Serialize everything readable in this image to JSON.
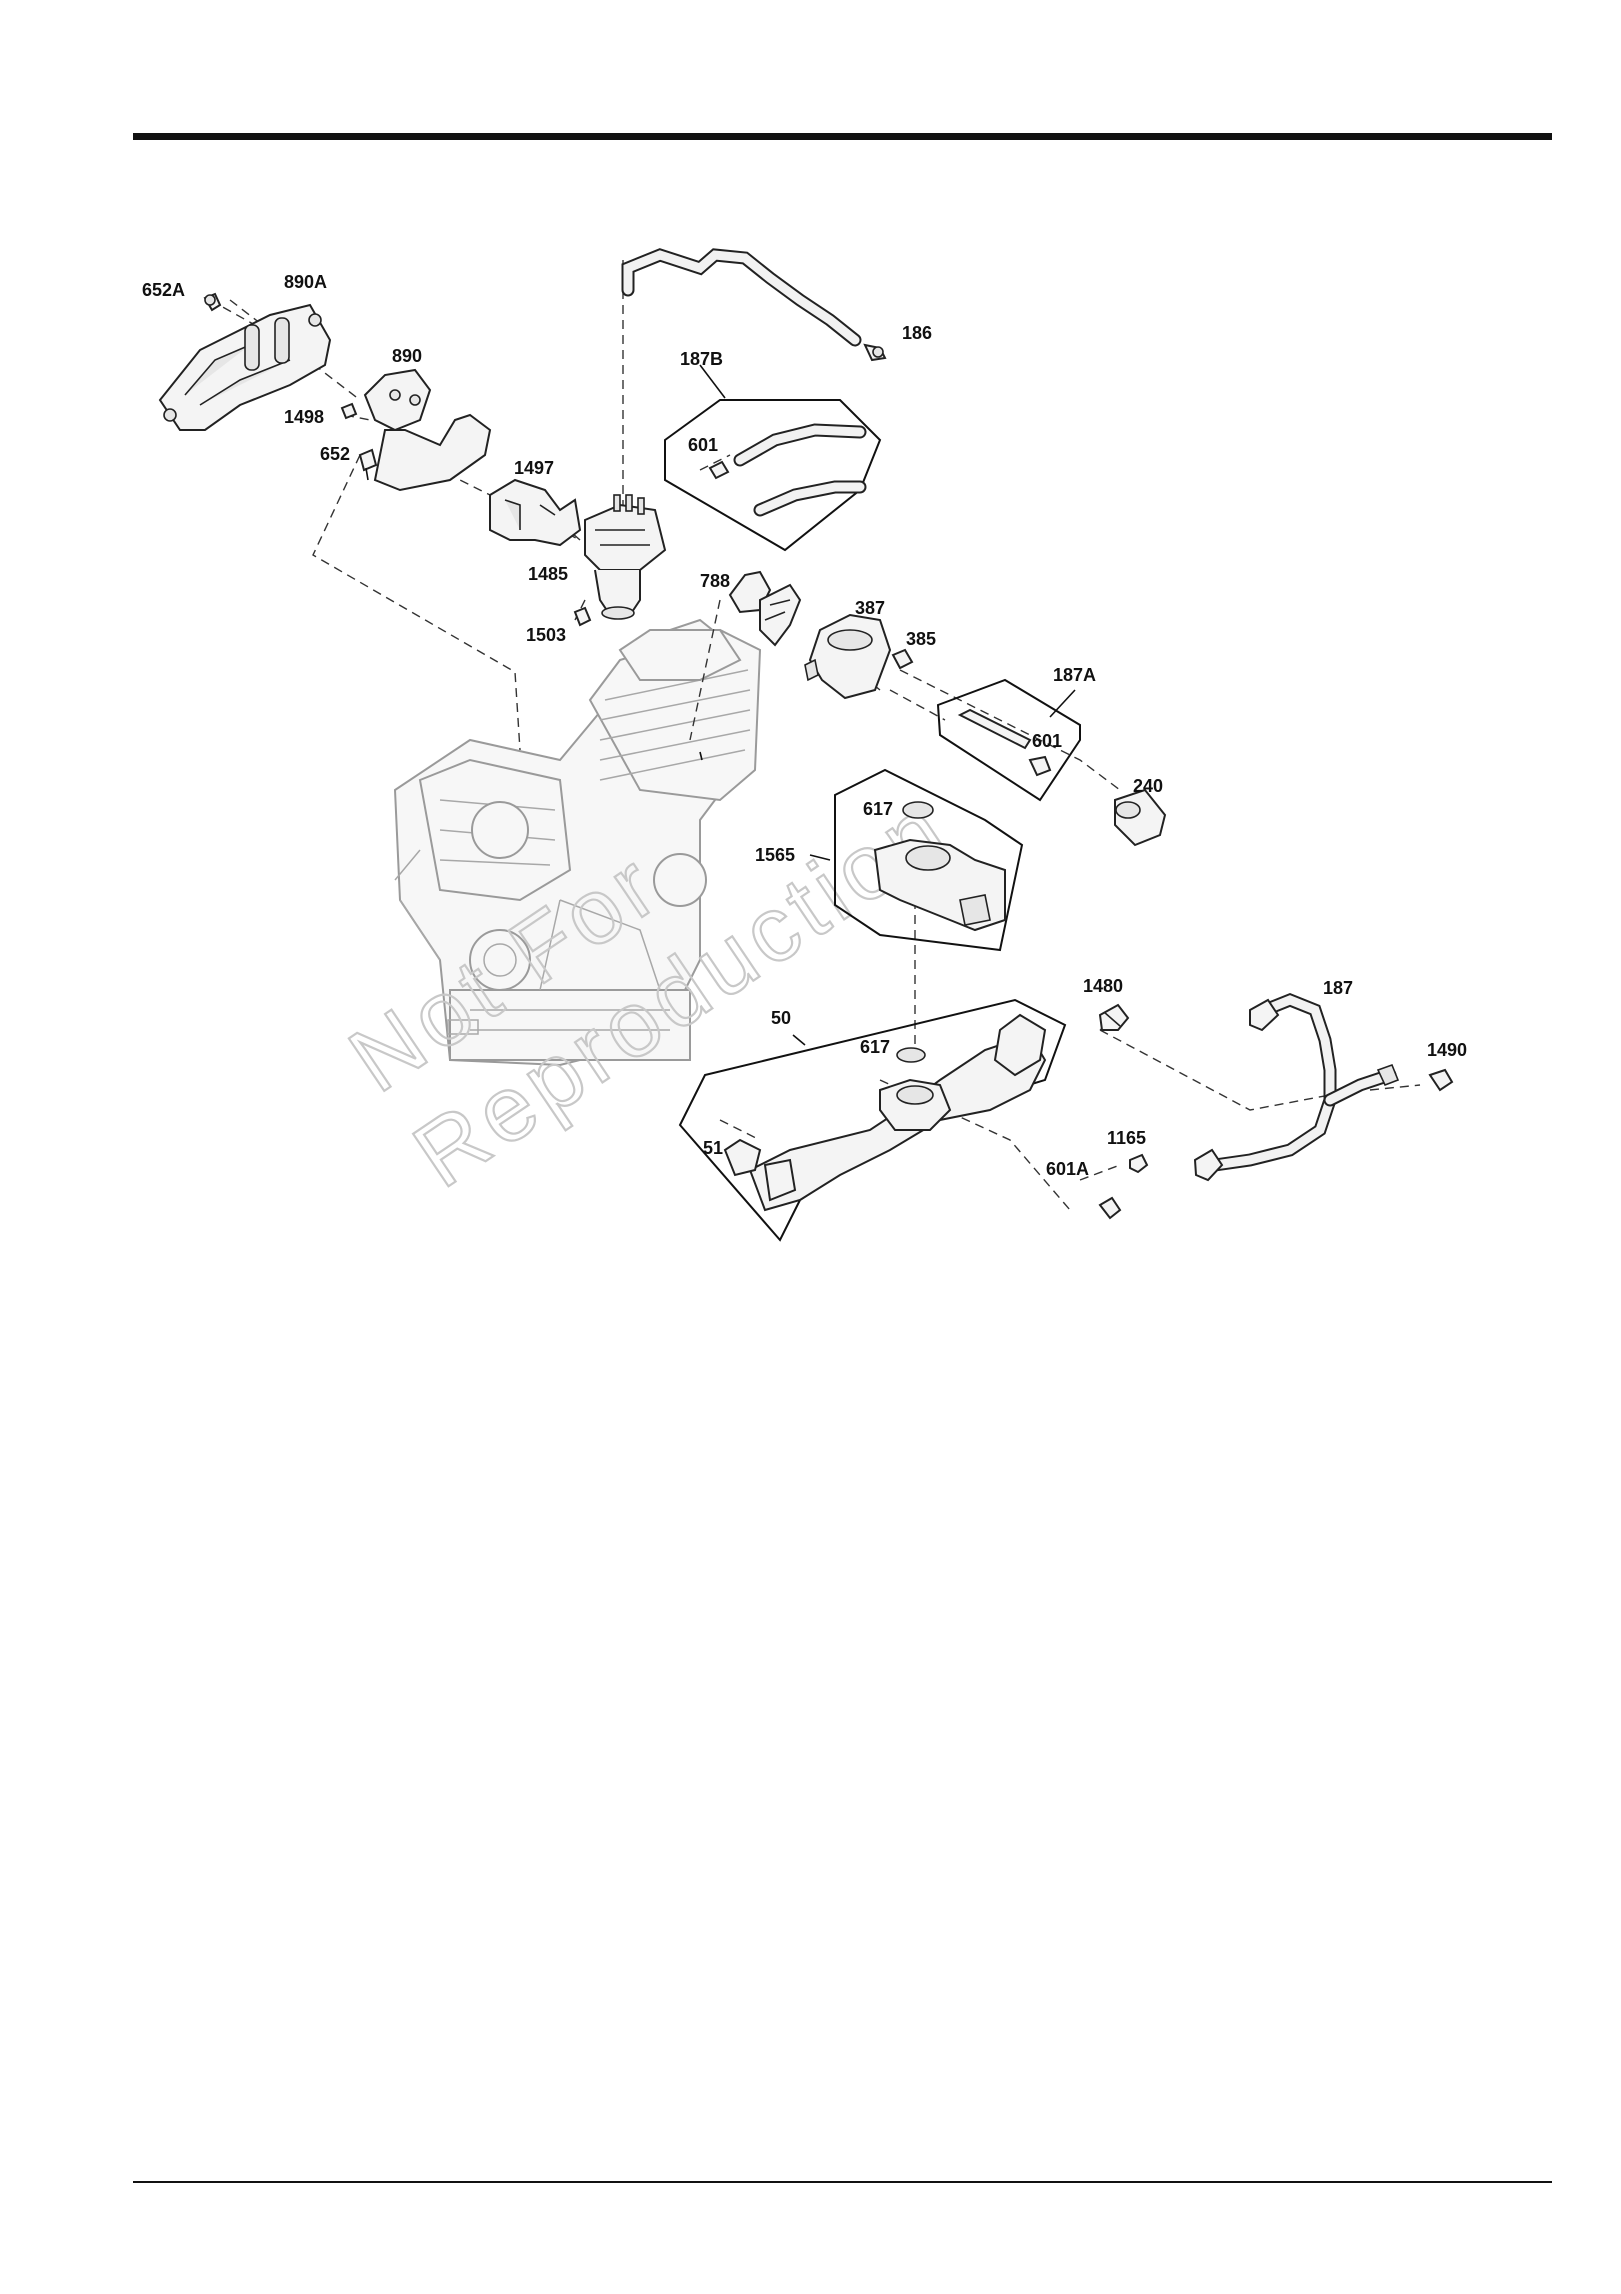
{
  "labels": {
    "l652A": "652A",
    "l890A": "890A",
    "l890": "890",
    "l1498": "1498",
    "l652": "652",
    "l1497": "1497",
    "l1485": "1485",
    "l1503": "1503",
    "l186": "186",
    "l187B": "187B",
    "l601a": "601",
    "l788": "788",
    "l387": "387",
    "l385": "385",
    "l187A": "187A",
    "l601b": "601",
    "l240": "240",
    "l617a": "617",
    "l1565": "1565",
    "l1480": "1480",
    "l187": "187",
    "l1490": "1490",
    "l50": "50",
    "l617b": "617",
    "l51": "51",
    "l1165": "1165",
    "l601A": "601A"
  },
  "watermark": {
    "line1": "Not For",
    "line2": "Reproduction"
  }
}
